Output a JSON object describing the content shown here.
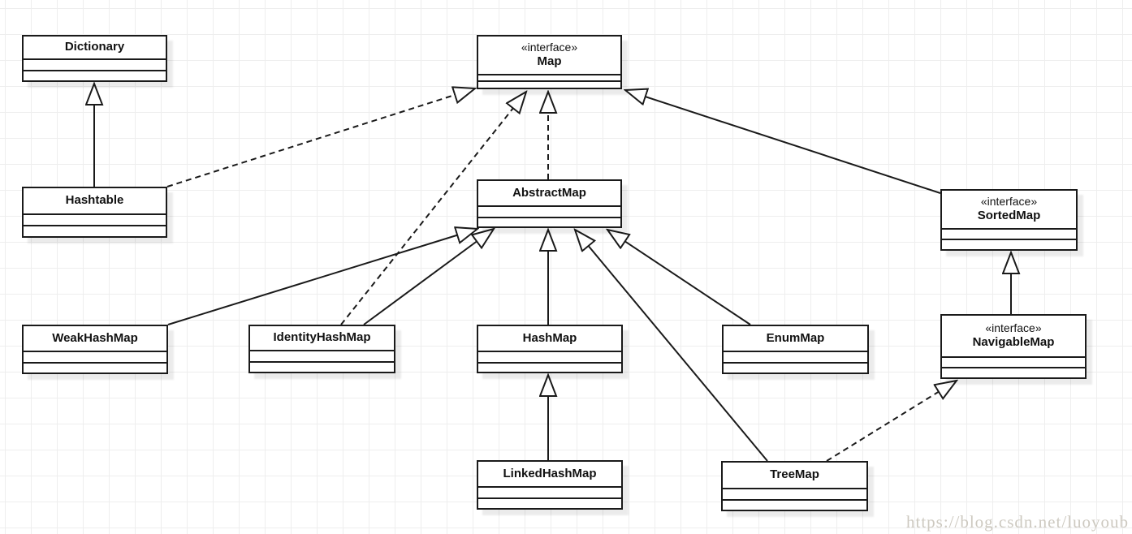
{
  "diagram": {
    "type": "uml-class-diagram",
    "subject": "Java Map collection hierarchy",
    "stereotype_text": "«interface»",
    "nodes": {
      "dictionary": {
        "label": "Dictionary"
      },
      "map": {
        "stereotype": "«interface»",
        "label": "Map"
      },
      "hashtable": {
        "label": "Hashtable"
      },
      "abstractmap": {
        "label": "AbstractMap"
      },
      "sortedmap": {
        "stereotype": "«interface»",
        "label": "SortedMap"
      },
      "navigablemap": {
        "stereotype": "«interface»",
        "label": "NavigableMap"
      },
      "weakhashmap": {
        "label": "WeakHashMap"
      },
      "identityhashmap": {
        "label": "IdentityHashMap"
      },
      "hashmap": {
        "label": "HashMap"
      },
      "enummap": {
        "label": "EnumMap"
      },
      "linkedhashmap": {
        "label": "LinkedHashMap"
      },
      "treemap": {
        "label": "TreeMap"
      }
    },
    "edges": [
      {
        "from": "Hashtable",
        "to": "Dictionary",
        "relation": "extends",
        "line": "solid"
      },
      {
        "from": "Hashtable",
        "to": "Map",
        "relation": "implements",
        "line": "dashed"
      },
      {
        "from": "IdentityHashMap",
        "to": "Map",
        "relation": "implements",
        "line": "dashed"
      },
      {
        "from": "AbstractMap",
        "to": "Map",
        "relation": "implements",
        "line": "dashed"
      },
      {
        "from": "SortedMap",
        "to": "Map",
        "relation": "extends",
        "line": "solid"
      },
      {
        "from": "WeakHashMap",
        "to": "AbstractMap",
        "relation": "extends",
        "line": "solid"
      },
      {
        "from": "IdentityHashMap",
        "to": "AbstractMap",
        "relation": "extends",
        "line": "solid"
      },
      {
        "from": "HashMap",
        "to": "AbstractMap",
        "relation": "extends",
        "line": "solid"
      },
      {
        "from": "TreeMap",
        "to": "AbstractMap",
        "relation": "extends",
        "line": "solid"
      },
      {
        "from": "EnumMap",
        "to": "AbstractMap",
        "relation": "extends",
        "line": "solid"
      },
      {
        "from": "LinkedHashMap",
        "to": "HashMap",
        "relation": "extends",
        "line": "solid"
      },
      {
        "from": "TreeMap",
        "to": "NavigableMap",
        "relation": "implements",
        "line": "dashed"
      },
      {
        "from": "NavigableMap",
        "to": "SortedMap",
        "relation": "extends",
        "line": "solid"
      }
    ],
    "colors": {
      "line": "#1a1a1a",
      "box_fill": "#ffffff",
      "grid": "#eeeeee",
      "watermark": "#cdc9c0"
    },
    "watermark": "https://blog.csdn.net/luoyoub"
  }
}
